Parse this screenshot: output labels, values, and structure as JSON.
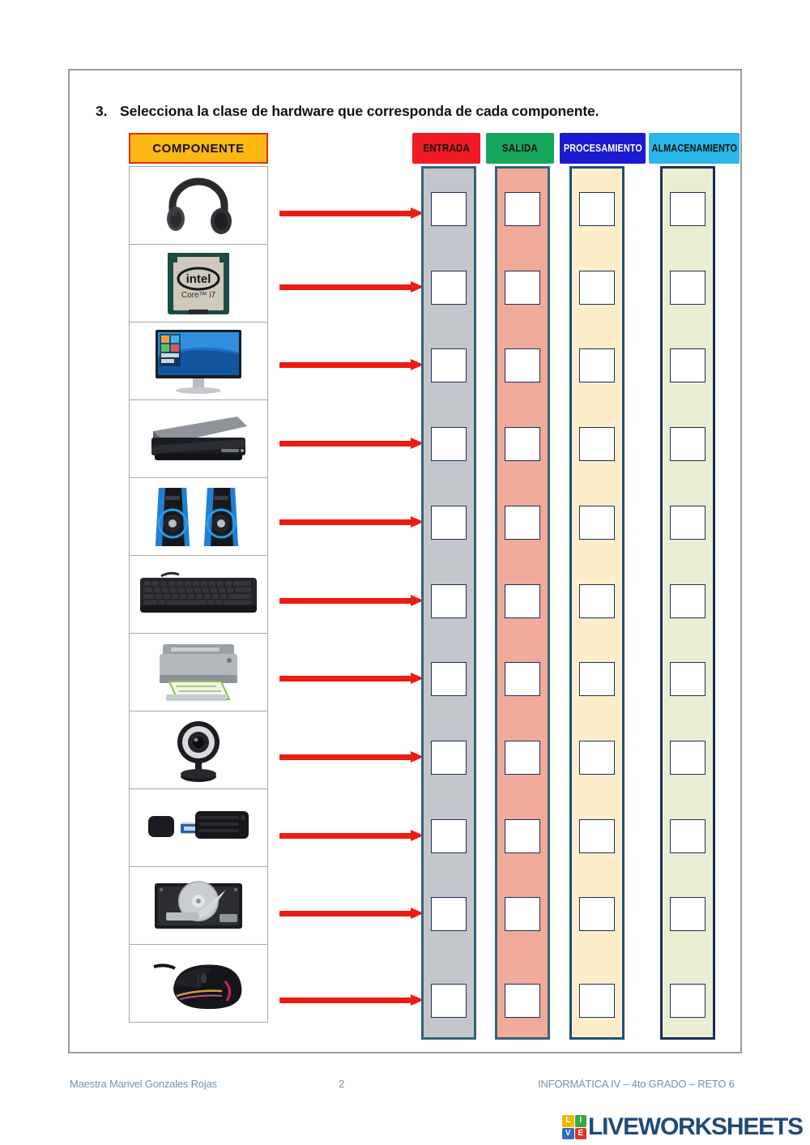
{
  "page": {
    "question_number": "3.",
    "question_text": "Selecciona la clase de hardware que corresponda de cada componente."
  },
  "table": {
    "component_header": "COMPONENTE",
    "categories": [
      {
        "label": "ENTRADA",
        "bg": "#ee1b24",
        "text_color": "#111111",
        "column_bg": "#c3c7cc",
        "column_border": "#356279"
      },
      {
        "label": "SALIDA",
        "bg": "#16a75c",
        "text_color": "#111111",
        "column_bg": "#f0ab9b",
        "column_border": "#356279"
      },
      {
        "label": "PROCESAMIENTO",
        "bg": "#1a1ad0",
        "text_color": "#ffffff",
        "column_bg": "#fdeec9",
        "column_border": "#1f4e79"
      },
      {
        "label": "ALMACENAMIENTO",
        "bg": "#29b6e8",
        "text_color": "#111111",
        "column_bg": "#ebeed3",
        "column_border": "#1b2f56"
      }
    ],
    "rows": [
      {
        "icon": "headphones-image",
        "name": "Audifonos"
      },
      {
        "icon": "cpu-intel-image",
        "name": "Procesador Intel Core i7"
      },
      {
        "icon": "monitor-image",
        "name": "Monitor"
      },
      {
        "icon": "scanner-image",
        "name": "Escaner"
      },
      {
        "icon": "speakers-image",
        "name": "Parlantes"
      },
      {
        "icon": "keyboard-image",
        "name": "Teclado"
      },
      {
        "icon": "printer-image",
        "name": "Impresora"
      },
      {
        "icon": "webcam-image",
        "name": "Camara web"
      },
      {
        "icon": "usb-flash-image",
        "name": "Memoria USB"
      },
      {
        "icon": "hard-disk-image",
        "name": "Disco duro"
      },
      {
        "icon": "mouse-image",
        "name": "Mouse"
      }
    ],
    "answer_box_value": ""
  },
  "arrow": {
    "color": "#ee1b11",
    "count": 11
  },
  "footer": {
    "author": "Maestra Marivel Gonzales Rojas",
    "page_number": "2",
    "course": "INFORMÁTICA IV – 4to GRADO – RETO 6"
  },
  "branding": {
    "mark_letters": [
      "L",
      "I",
      "V",
      "E"
    ],
    "wordmark": "LIVEWORKSHEETS"
  }
}
